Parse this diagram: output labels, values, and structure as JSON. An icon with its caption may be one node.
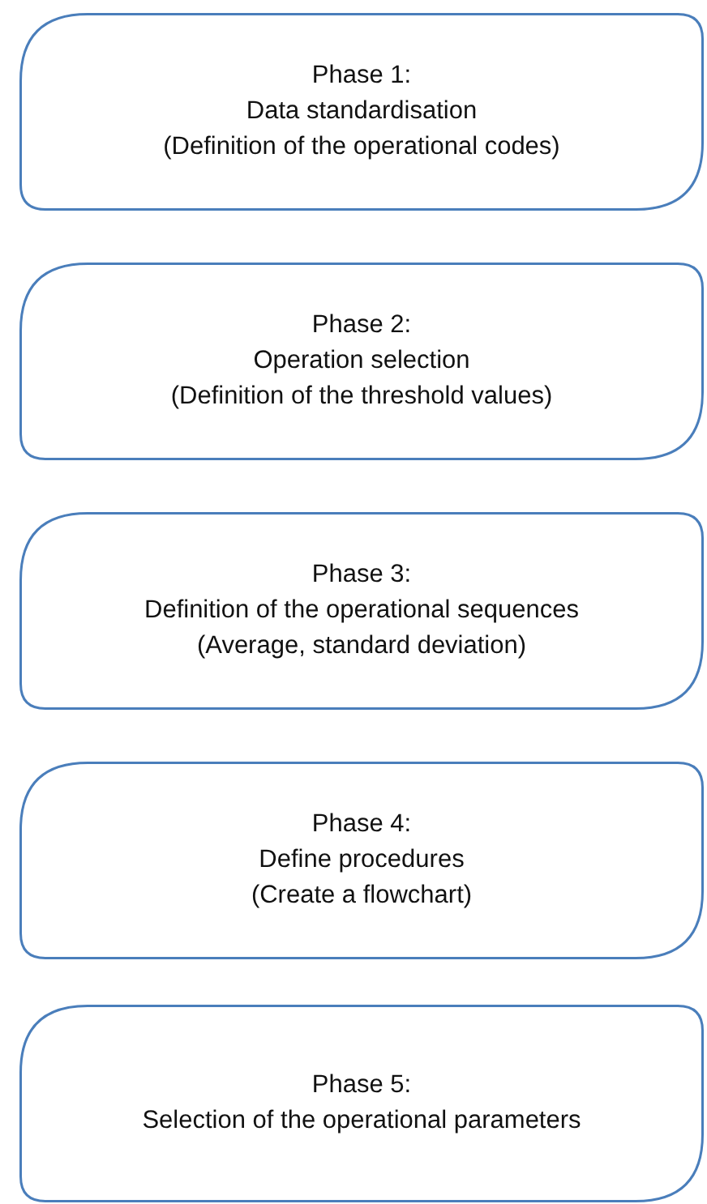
{
  "diagram": {
    "nodes": [
      {
        "text": [
          "Phase 1:",
          "Data standardisation",
          "(Definition of the operational codes)"
        ]
      },
      {
        "text": [
          "Phase 2:",
          "Operation selection",
          "(Definition of the threshold values)"
        ]
      },
      {
        "text": [
          "Phase 3:",
          "Definition of the operational sequences",
          "(Average, standard deviation)"
        ]
      },
      {
        "text": [
          "Phase 4:",
          "Define procedures",
          "(Create a flowchart)"
        ]
      },
      {
        "text": [
          "Phase 5:",
          "Selection of the operational parameters"
        ]
      }
    ]
  }
}
